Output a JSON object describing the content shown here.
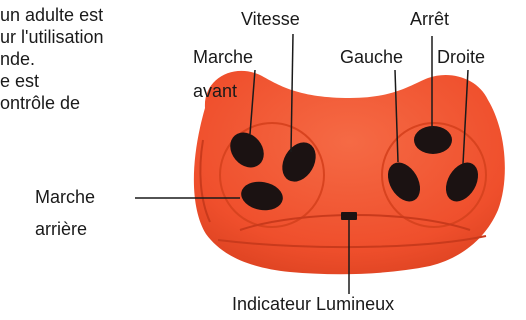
{
  "instructions": {
    "lines": [
      "un adulte est",
      "ur l'utilisation",
      "nde.",
      "e est",
      "ontrôle de"
    ]
  },
  "labels": {
    "vitesse": "Vitesse",
    "arret": "Arrêt",
    "marche_avant_1": "Marche",
    "marche_avant_2": "avant",
    "gauche": "Gauche",
    "droite": "Droite",
    "marche_arriere_1": "Marche",
    "marche_arriere_2": "arrière",
    "indicateur": "Indicateur Lumineux"
  },
  "colors": {
    "remote_body": "#f0532f",
    "button": "#1b1212"
  }
}
